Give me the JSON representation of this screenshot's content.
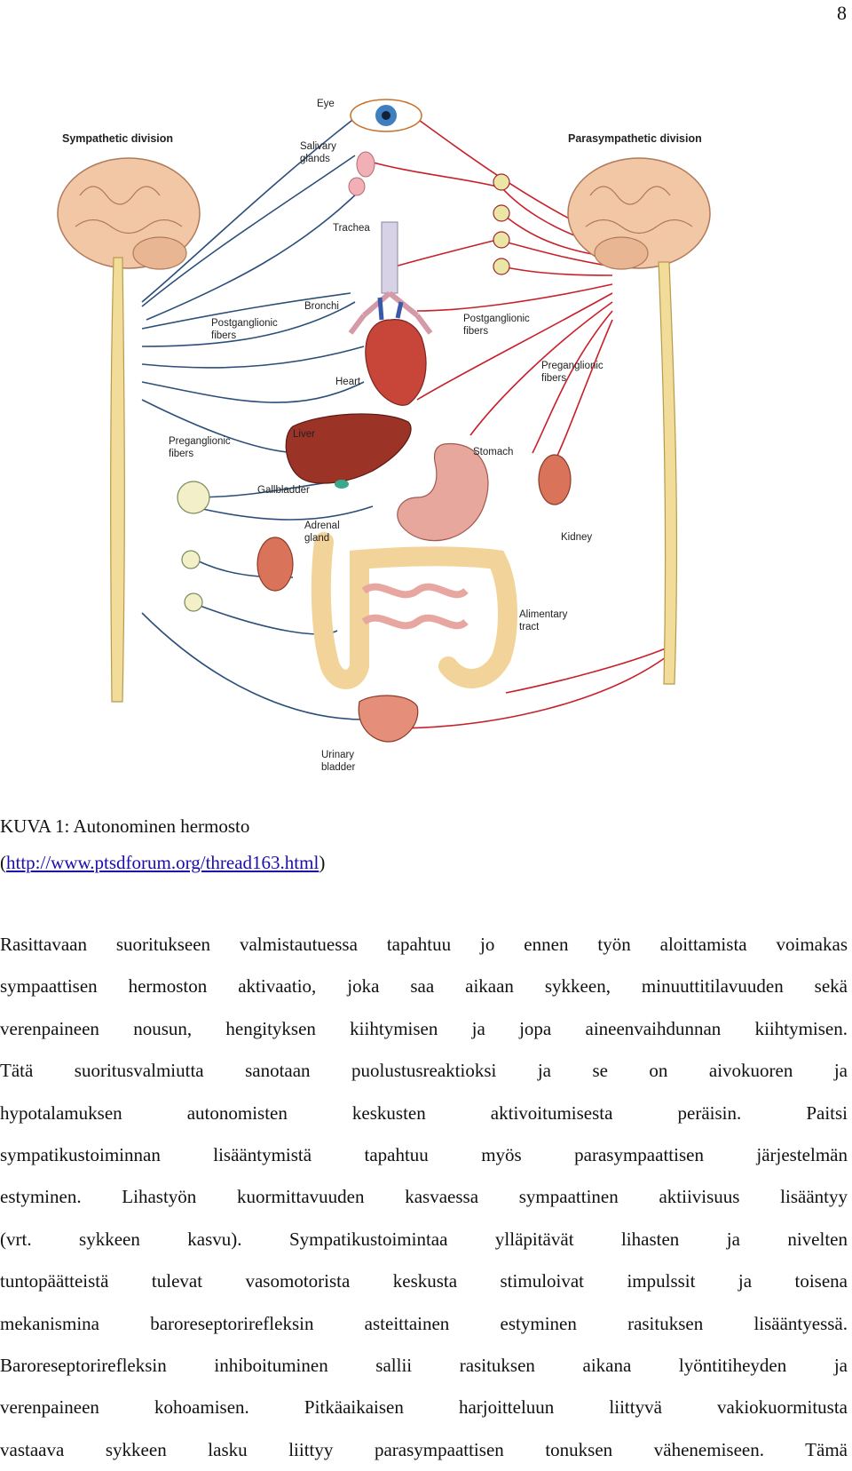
{
  "page": {
    "number": "8"
  },
  "figure": {
    "labels": {
      "sympathetic": "Sympathetic division",
      "parasympathetic": "Parasympathetic division",
      "eye": "Eye",
      "salivary1": "Salivary",
      "salivary2": "glands",
      "trachea": "Trachea",
      "bronchi": "Bronchi",
      "postgang_left1": "Postganglionic",
      "postgang_left2": "fibers",
      "postgang_right1": "Postganglionic",
      "postgang_right2": "fibers",
      "pregang_right1": "Preganglionic",
      "pregang_right2": "fibers",
      "heart": "Heart",
      "pregang_left1": "Preganglionic",
      "pregang_left2": "fibers",
      "liver": "Liver",
      "stomach": "Stomach",
      "gallbladder": "Gallbladder",
      "kidney": "Kidney",
      "adrenal1": "Adrenal",
      "adrenal2": "gland",
      "alimentary1": "Alimentary",
      "alimentary2": "tract",
      "urinary1": "Urinary",
      "urinary2": "bladder"
    }
  },
  "caption": {
    "line1": "KUVA 1: Autonominen hermosto",
    "open_paren": "(",
    "link": "http://www.ptsdforum.org/thread163.html",
    "close_paren": ")"
  },
  "body": {
    "lines": [
      "Rasittavaan suoritukseen valmistautuessa tapahtuu jo ennen työn aloittamista voimakas",
      "sympaattisen hermoston aktivaatio, joka saa aikaan sykkeen, minuuttitilavuuden sekä",
      "verenpaineen nousun, hengityksen kiihtymisen ja jopa aineenvaihdunnan kiihtymisen.",
      "Tätä suoritusvalmiutta sanotaan puolustusreaktioksi ja se on aivokuoren ja",
      "hypotalamuksen autonomisten keskusten aktivoitumisesta peräisin. Paitsi",
      "sympatikustoiminnan lisääntymistä tapahtuu myös parasympaattisen järjestelmän",
      "estyminen. Lihastyön kuormittavuuden kasvaessa sympaattinen aktiivisuus lisääntyy",
      "(vrt. sykkeen kasvu). Sympatikustoimintaa ylläpitävät lihasten ja nivelten",
      "tuntopäätteistä tulevat vasomotorista keskusta stimuloivat impulssit ja toisena",
      "mekanismina baroreseptorirefleksin asteittainen estyminen rasituksen lisääntyessä.",
      "Baroreseptorirefleksin inhiboituminen sallii rasituksen aikana lyöntitiheyden ja",
      "verenpaineen kohoamisen. Pitkäaikaisen harjoitteluun liittyvä vakiokuormitusta",
      "vastaava sykkeen lasku liittyy parasympaattisen tonuksen vähenemiseen. Tämä"
    ]
  },
  "colors": {
    "sympathetic_nerve": "#2b4f7a",
    "parasympathetic_nerve": "#c8202a",
    "brain": "#f2c7a5",
    "spinal_cord": "#f1dc9a",
    "liver": "#9b3327",
    "stomach": "#e8a79c",
    "intestine": "#f2d49a",
    "heart": "#c8453a"
  }
}
